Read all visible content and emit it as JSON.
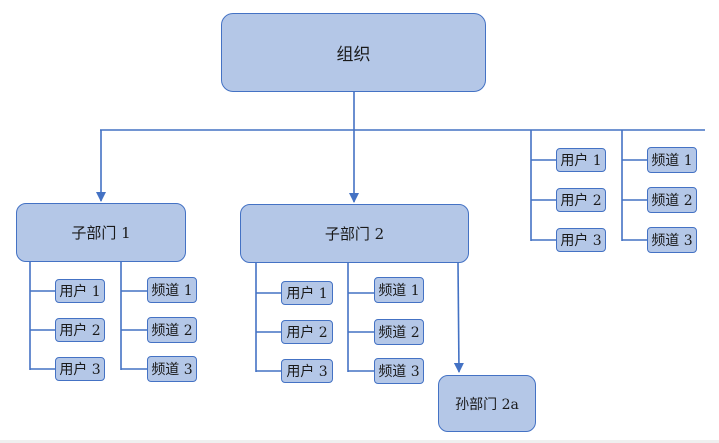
{
  "colors": {
    "node_fill": "#b4c7e7",
    "node_border": "#4472c4",
    "connector": "#4472c4"
  },
  "root": {
    "label": "组织"
  },
  "departments": [
    {
      "label": "子部门 1",
      "users": [
        "用户 1",
        "用户 2",
        "用户 3"
      ],
      "channels": [
        "频道 1",
        "频道 2",
        "频道 3"
      ]
    },
    {
      "label": "子部门 2",
      "users": [
        "用户 1",
        "用户 2",
        "用户 3"
      ],
      "channels": [
        "频道 1",
        "频道 2",
        "频道 3"
      ],
      "sub_department": {
        "label": "孙部门 2a"
      }
    }
  ],
  "root_members": {
    "users": [
      "用户 1",
      "用户 2",
      "用户 3"
    ],
    "channels": [
      "频道 1",
      "频道 2",
      "频道 3"
    ]
  }
}
